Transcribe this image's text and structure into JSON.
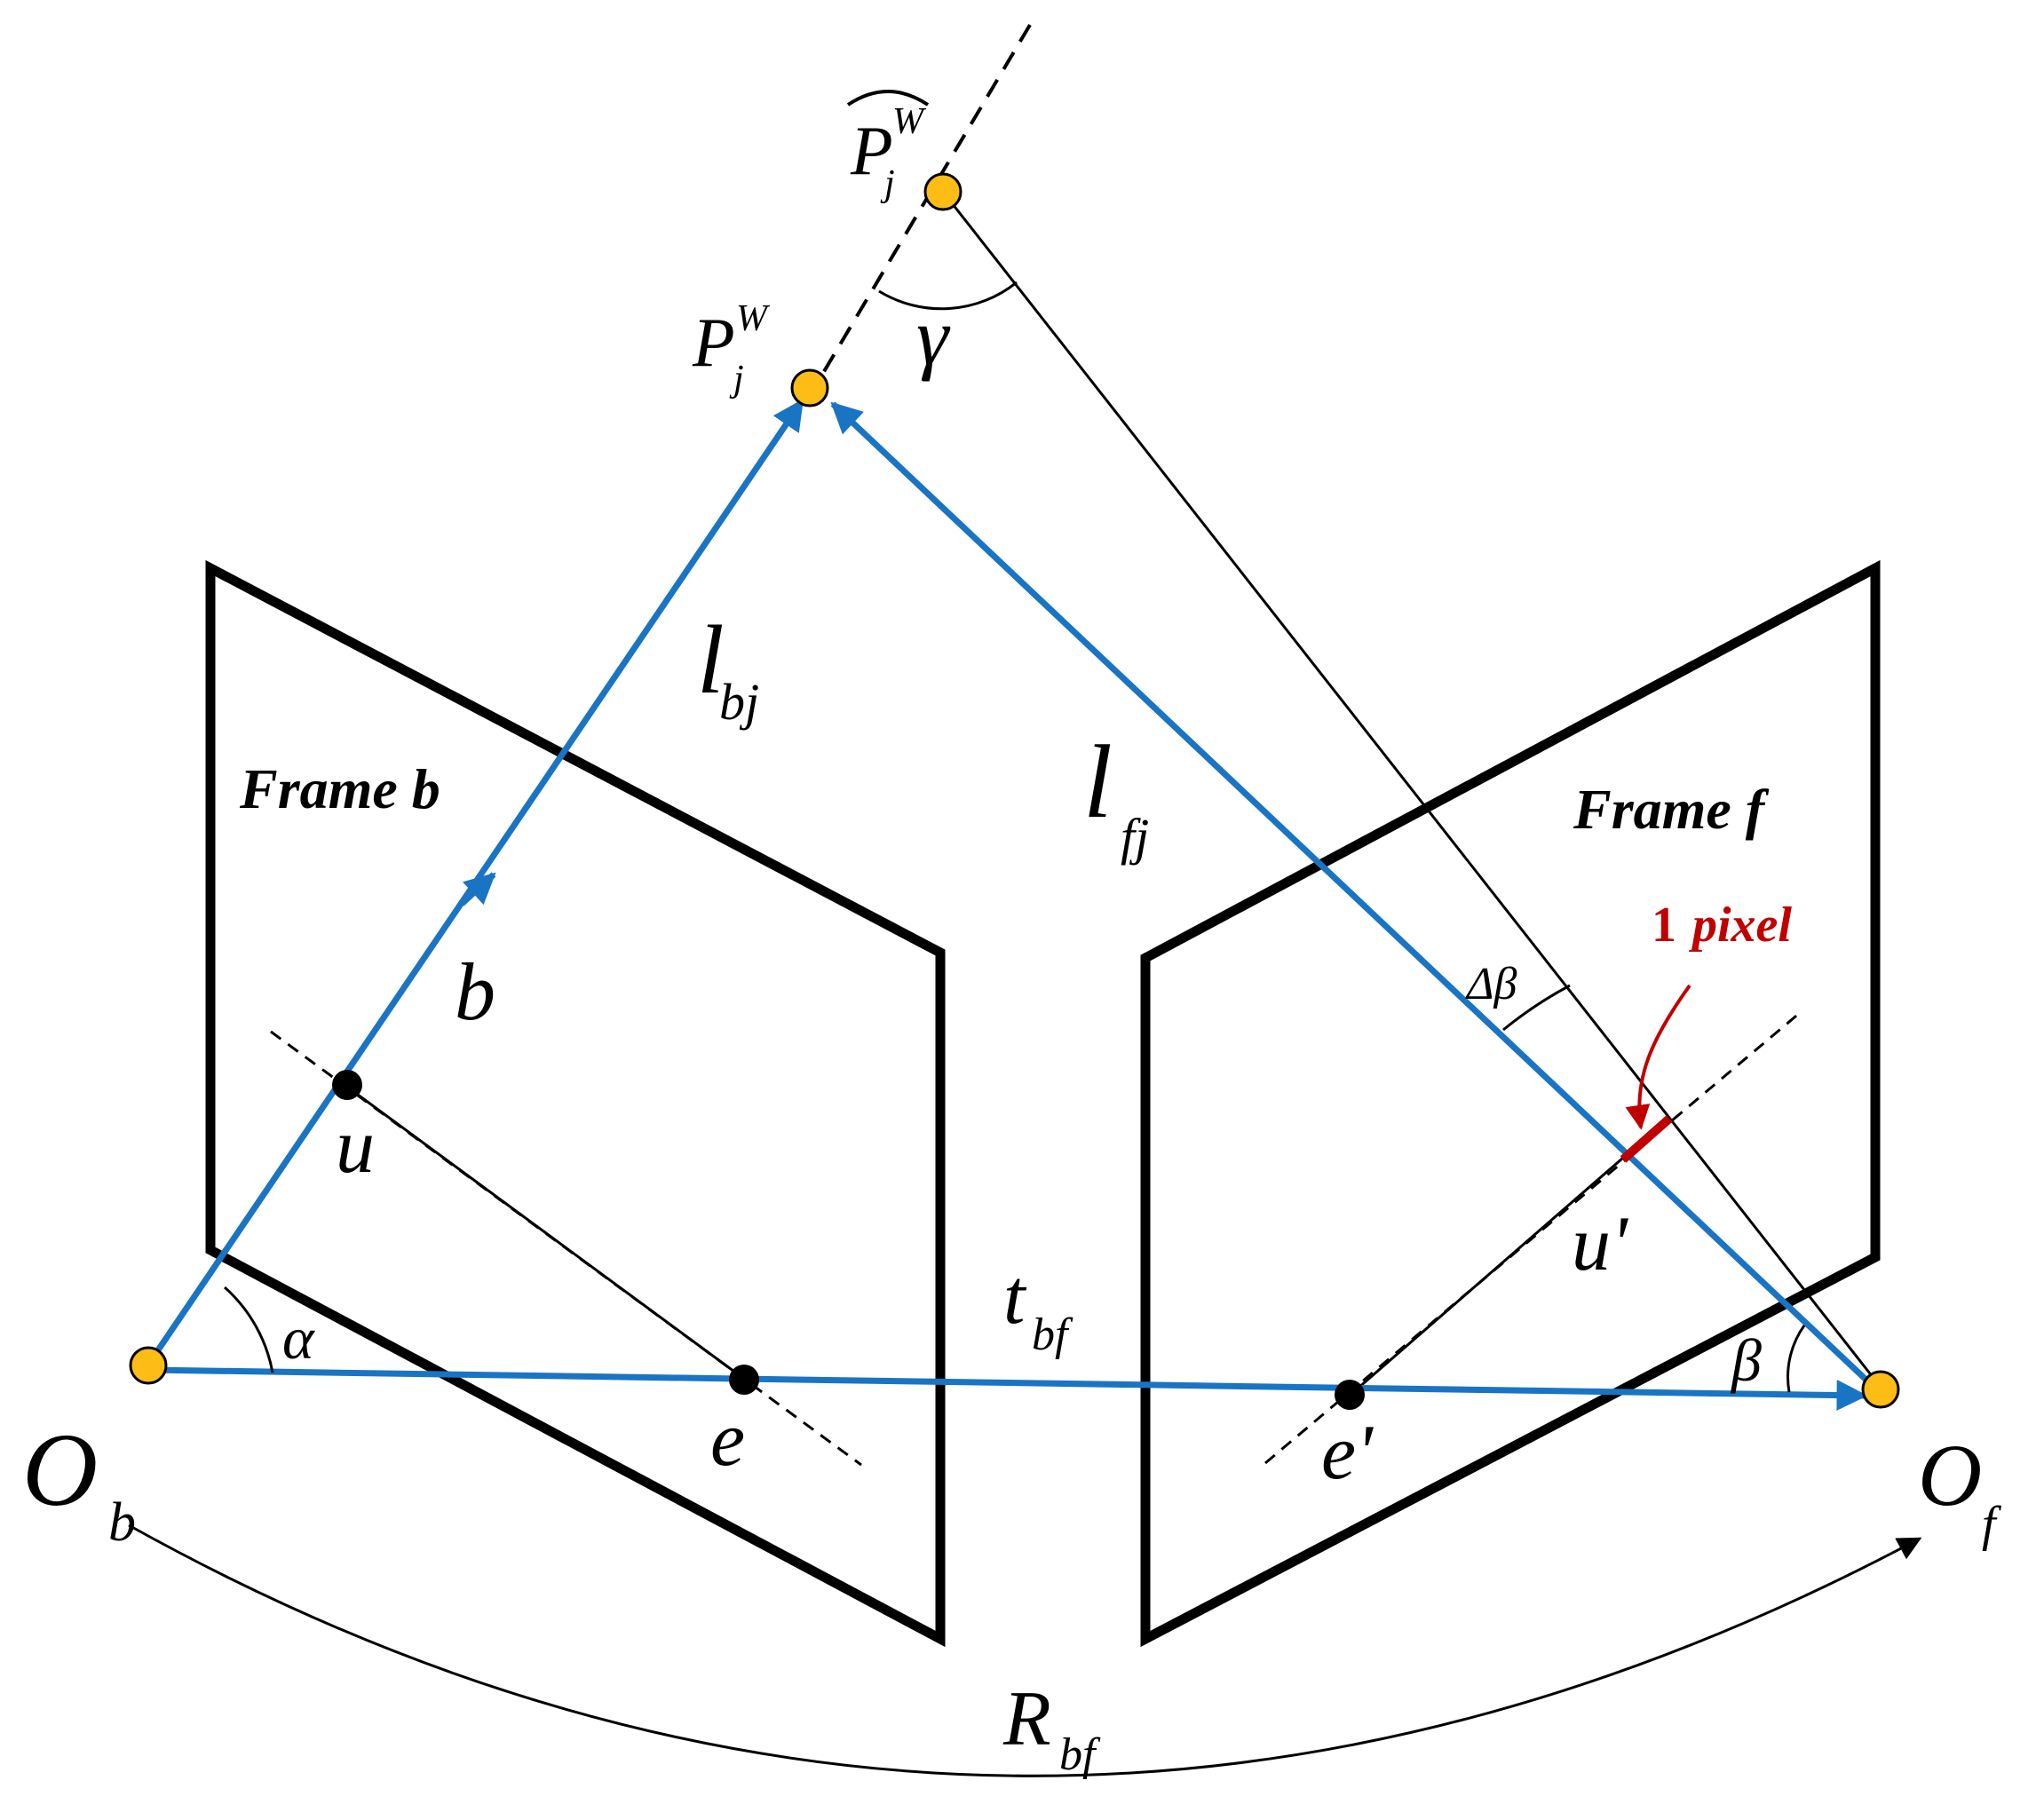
{
  "colors": {
    "ray_blue": "#1a74c4",
    "point_fill": "#fdbd15",
    "pixel_red": "#c00000",
    "ink": "#000000"
  },
  "frames": {
    "b": "Frame b",
    "f": "Frame f"
  },
  "points": {
    "p_hat": {
      "base": "P",
      "sub": "j",
      "sup": "W",
      "hat": "^"
    },
    "p": {
      "base": "P",
      "sub": "j",
      "sup": "W"
    },
    "o_b": {
      "base": "O",
      "sub": "b"
    },
    "o_f": {
      "base": "O",
      "sub": "f"
    },
    "u": "u",
    "u_prime": "u'",
    "e": "e",
    "e_prime": "e'"
  },
  "vectors": {
    "l_bj": {
      "base": "l",
      "sub": "bj"
    },
    "l_fj": {
      "base": "l",
      "sub": "fj"
    },
    "b": "b",
    "t_bf": {
      "base": "t",
      "sub": "bf"
    },
    "r_bf": {
      "base": "R",
      "sub": "bf"
    }
  },
  "angles": {
    "alpha": "α",
    "beta": "β",
    "delta_beta": "Δβ",
    "gamma": "γ"
  },
  "pixel_note": {
    "count": "1",
    "unit": "pixel"
  }
}
